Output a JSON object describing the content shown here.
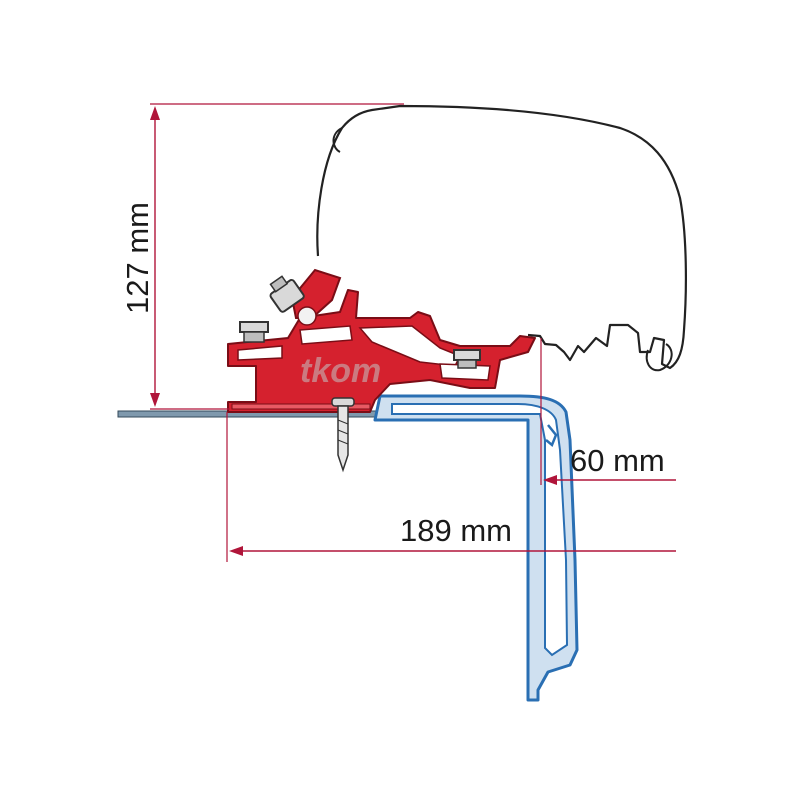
{
  "dimensions": {
    "height_label": "127 mm",
    "offset_label": "60 mm",
    "depth_label": "189 mm"
  },
  "watermark": {
    "text": "tkom"
  },
  "colors": {
    "dimension": "#b0153a",
    "bracket": "#d5212e",
    "wall_profile": "#2a6fb3",
    "roof_surface": "#7f99ad",
    "outline": "#222222"
  }
}
